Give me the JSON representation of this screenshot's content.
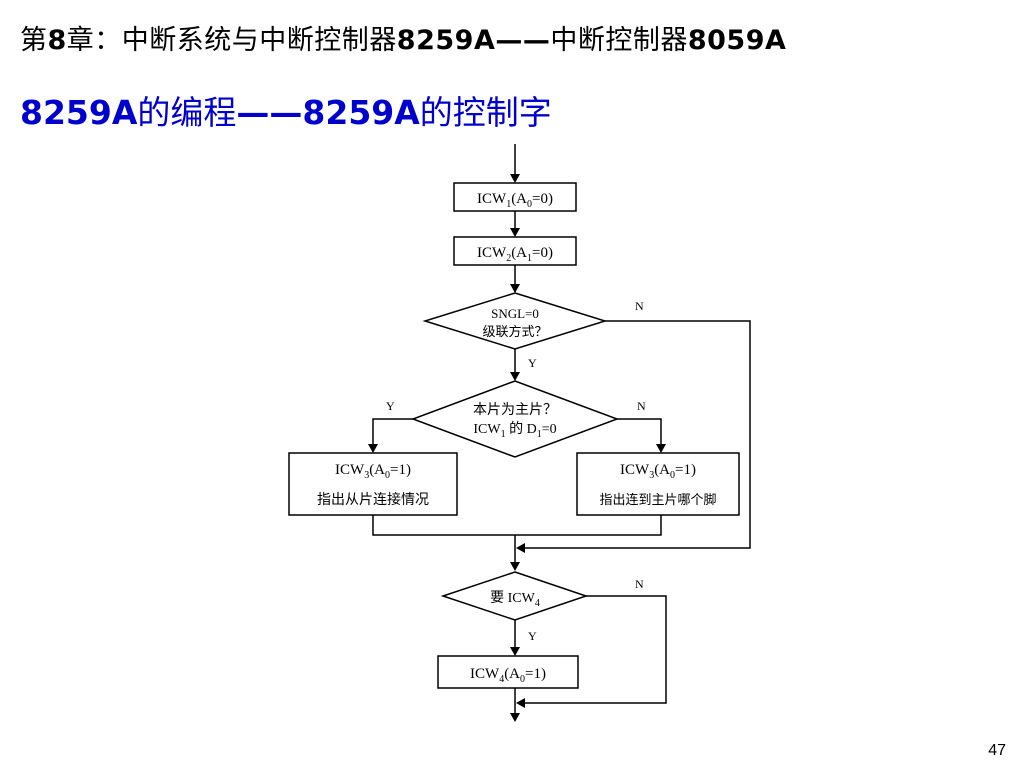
{
  "title": {
    "part1": "第",
    "part2": "8",
    "part3": "章：中断系统与中断控制器",
    "part4": "8259A——",
    "part5": "中断控制器",
    "part6": "8059A"
  },
  "subtitle": {
    "part1": "8259A",
    "part2": "的编程",
    "part3": "——8259A",
    "part4": "的控制字"
  },
  "flowchart": {
    "icw1": {
      "name": "ICW",
      "sub": "1",
      "open": "(A",
      "asub": "0",
      "close": "=0)"
    },
    "icw2": {
      "name": "ICW",
      "sub": "2",
      "open": "(A",
      "asub": "1",
      "close": "=0)"
    },
    "decision_sngl": {
      "line1": "SNGL=0",
      "line2": "级联方式？",
      "yes": "Y",
      "no": "N"
    },
    "decision_master": {
      "line1": "本片为主片？",
      "line2_pre": "ICW",
      "line2_sub": "1",
      "line2_mid": " 的 D",
      "line2_dsub": "1",
      "line2_post": "=0",
      "yes": "Y",
      "no": "N"
    },
    "icw3_slave": {
      "name": "ICW",
      "sub": "3",
      "open": "(A",
      "asub": "0",
      "close": "=1)",
      "desc": "指出从片连接情况"
    },
    "icw3_master": {
      "name": "ICW",
      "sub": "3",
      "open": "(A",
      "asub": "0",
      "close": "=1)",
      "desc": "指出连到主片哪个脚"
    },
    "decision_icw4": {
      "label_pre": "要 ICW",
      "label_sub": "4",
      "yes": "Y",
      "no": "N"
    },
    "icw4": {
      "name": "ICW",
      "sub": "4",
      "open": "(A",
      "asub": "0",
      "close": "=1)"
    }
  },
  "page_number": "47"
}
